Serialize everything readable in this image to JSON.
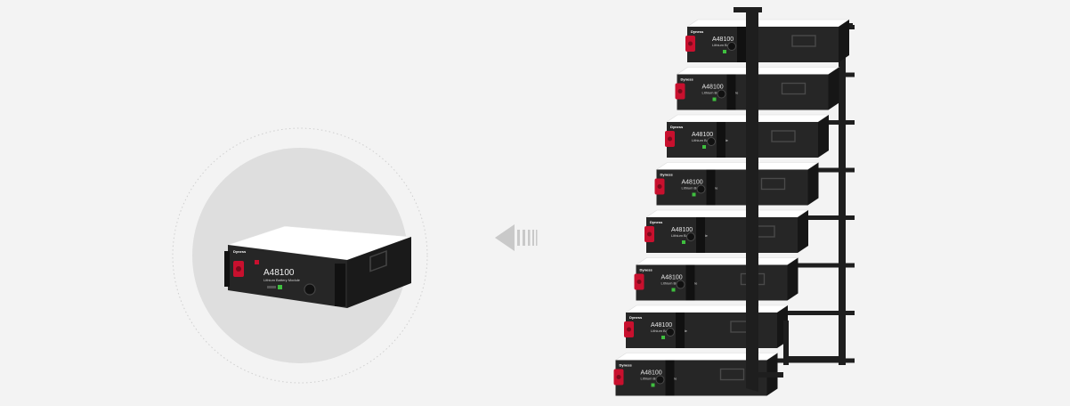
{
  "scene": {
    "background_color": "#f3f3f3",
    "circle_color": "#dedede",
    "dotted_ring_color": "#cfcfcf",
    "arrow_color": "#c9c9c9",
    "rack_frame_color": "#1e1e1e"
  },
  "detail_module": {
    "model_label": "A48100",
    "subtitle": "Lithium Battery Module",
    "brand": "Dyness",
    "terminal_color": "#c8102e",
    "led_color": "#3fbf3f",
    "top_color": "#ffffff",
    "body_color": "#2a2a2a"
  },
  "rack": {
    "module_count": 8,
    "module_label": "A48100",
    "module_subtitle": "Lithium Battery Module",
    "brand": "Dyness",
    "terminal_color": "#c8102e",
    "led_color": "#3fbf3f"
  },
  "arrow": {
    "icon": "arrow-left-icon"
  }
}
